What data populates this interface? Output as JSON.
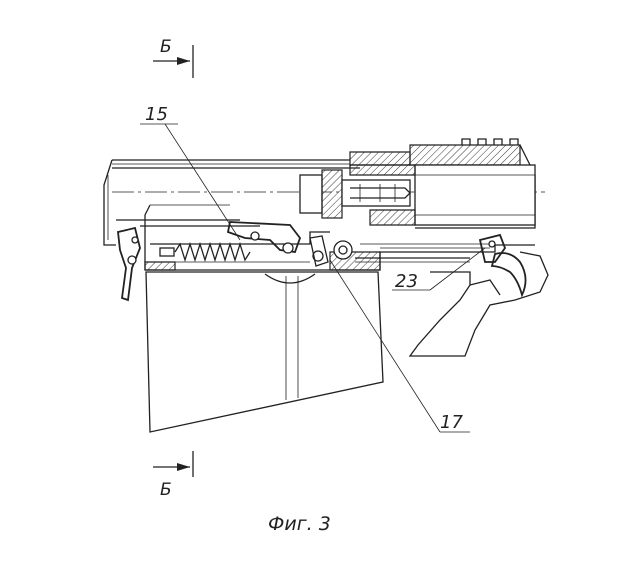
{
  "section_marks": {
    "top": "Б",
    "bottom": "Б"
  },
  "callouts": {
    "c15": "15",
    "c17": "17",
    "c23": "23"
  },
  "caption": "Фиг. 3"
}
